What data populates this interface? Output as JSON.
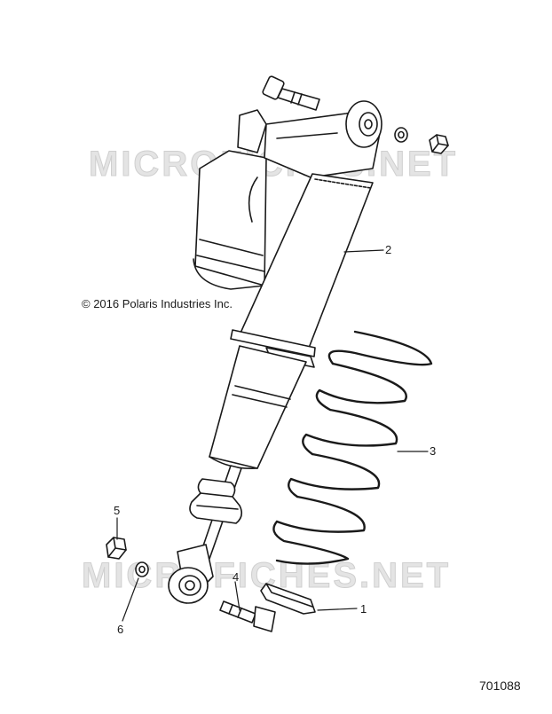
{
  "copyright": "© 2016 Polaris Industries Inc.",
  "diagram_id": "701088",
  "watermark": "MICROFICHES.NET",
  "callouts": {
    "c1": "1",
    "c2": "2",
    "c3": "3",
    "c4": "4",
    "c5": "5",
    "c6": "6"
  },
  "colors": {
    "line": "#1a1a1a",
    "watermark": "#d9d9d9",
    "background": "#ffffff"
  }
}
